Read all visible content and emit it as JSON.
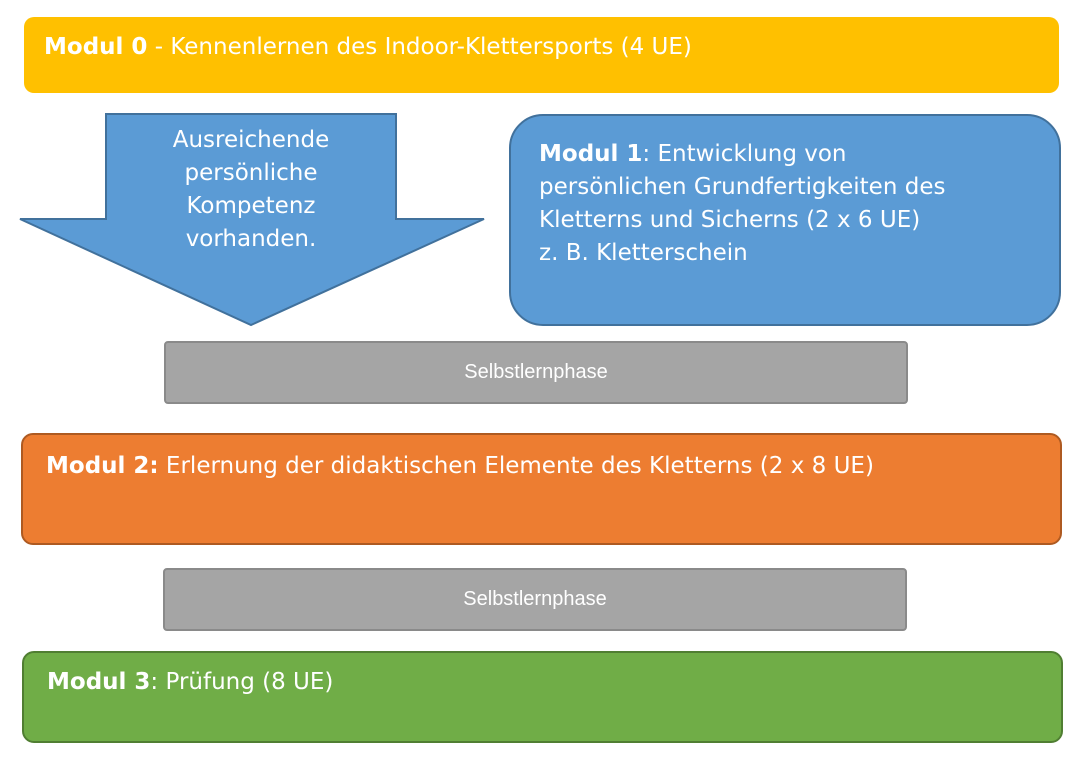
{
  "modul0": {
    "title": "Modul 0",
    "text": " - Kennenlernen des Indoor-Klettersports (4 UE)"
  },
  "arrow": {
    "lines": [
      "Ausreichende",
      "persönliche",
      "Kompetenz",
      "vorhanden."
    ]
  },
  "modul1": {
    "title": "Modul 1",
    "text_line1": ": Entwicklung von",
    "text_line2": "persönlichen Grundfertigkeiten des",
    "text_line3": "Kletterns und Sicherns (2 x 6 UE)",
    "text_line4": "z. B. Kletterschein"
  },
  "selbstlern1": {
    "label": "Selbstlernphase"
  },
  "modul2": {
    "title": "Modul 2:",
    "text": " Erlernung der didaktischen Elemente des Kletterns (2 x 8 UE)"
  },
  "selbstlern2": {
    "label": "Selbstlernphase"
  },
  "modul3": {
    "title": "Modul 3",
    "text": ": Prüfung (8 UE)"
  },
  "colors": {
    "modul0": "#FFC000",
    "modul1": "#5B9BD5",
    "selbstlern": "#A5A5A5",
    "modul2": "#ED7D31",
    "modul3": "#70AD47"
  }
}
